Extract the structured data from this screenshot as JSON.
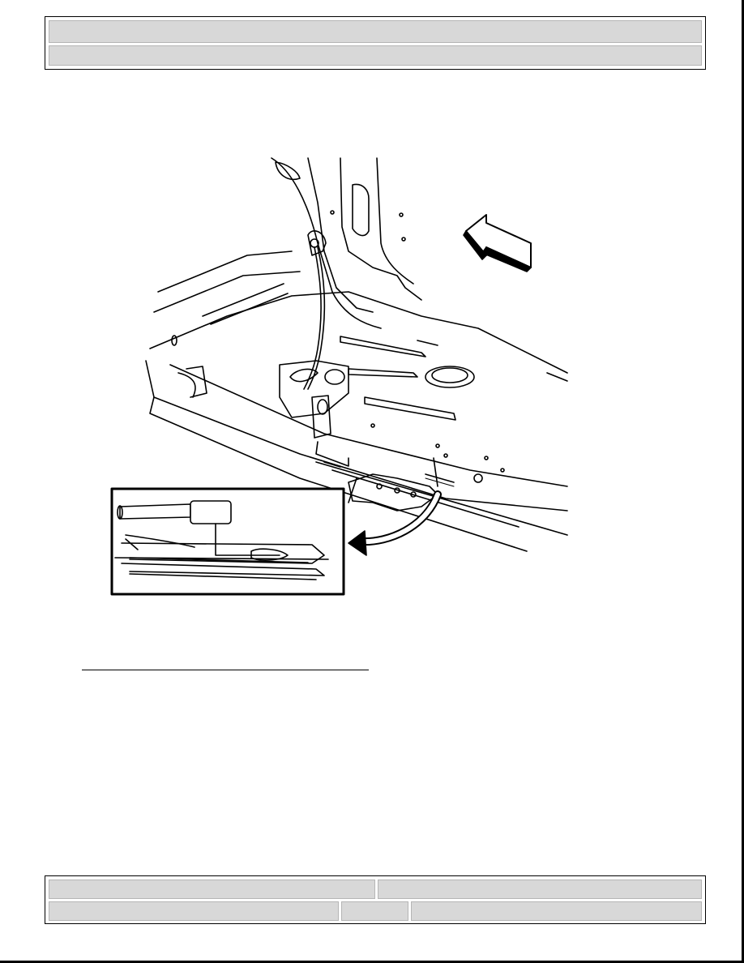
{
  "header": {
    "title": "",
    "subtitle": ""
  },
  "footer": {
    "cells": [
      "",
      "",
      "",
      "",
      ""
    ]
  },
  "figure": {
    "description_icon": "vehicle-underbody-illustration",
    "inset_icon": "rivet-tool-inset",
    "arrow_icon": "direction-arrow"
  }
}
